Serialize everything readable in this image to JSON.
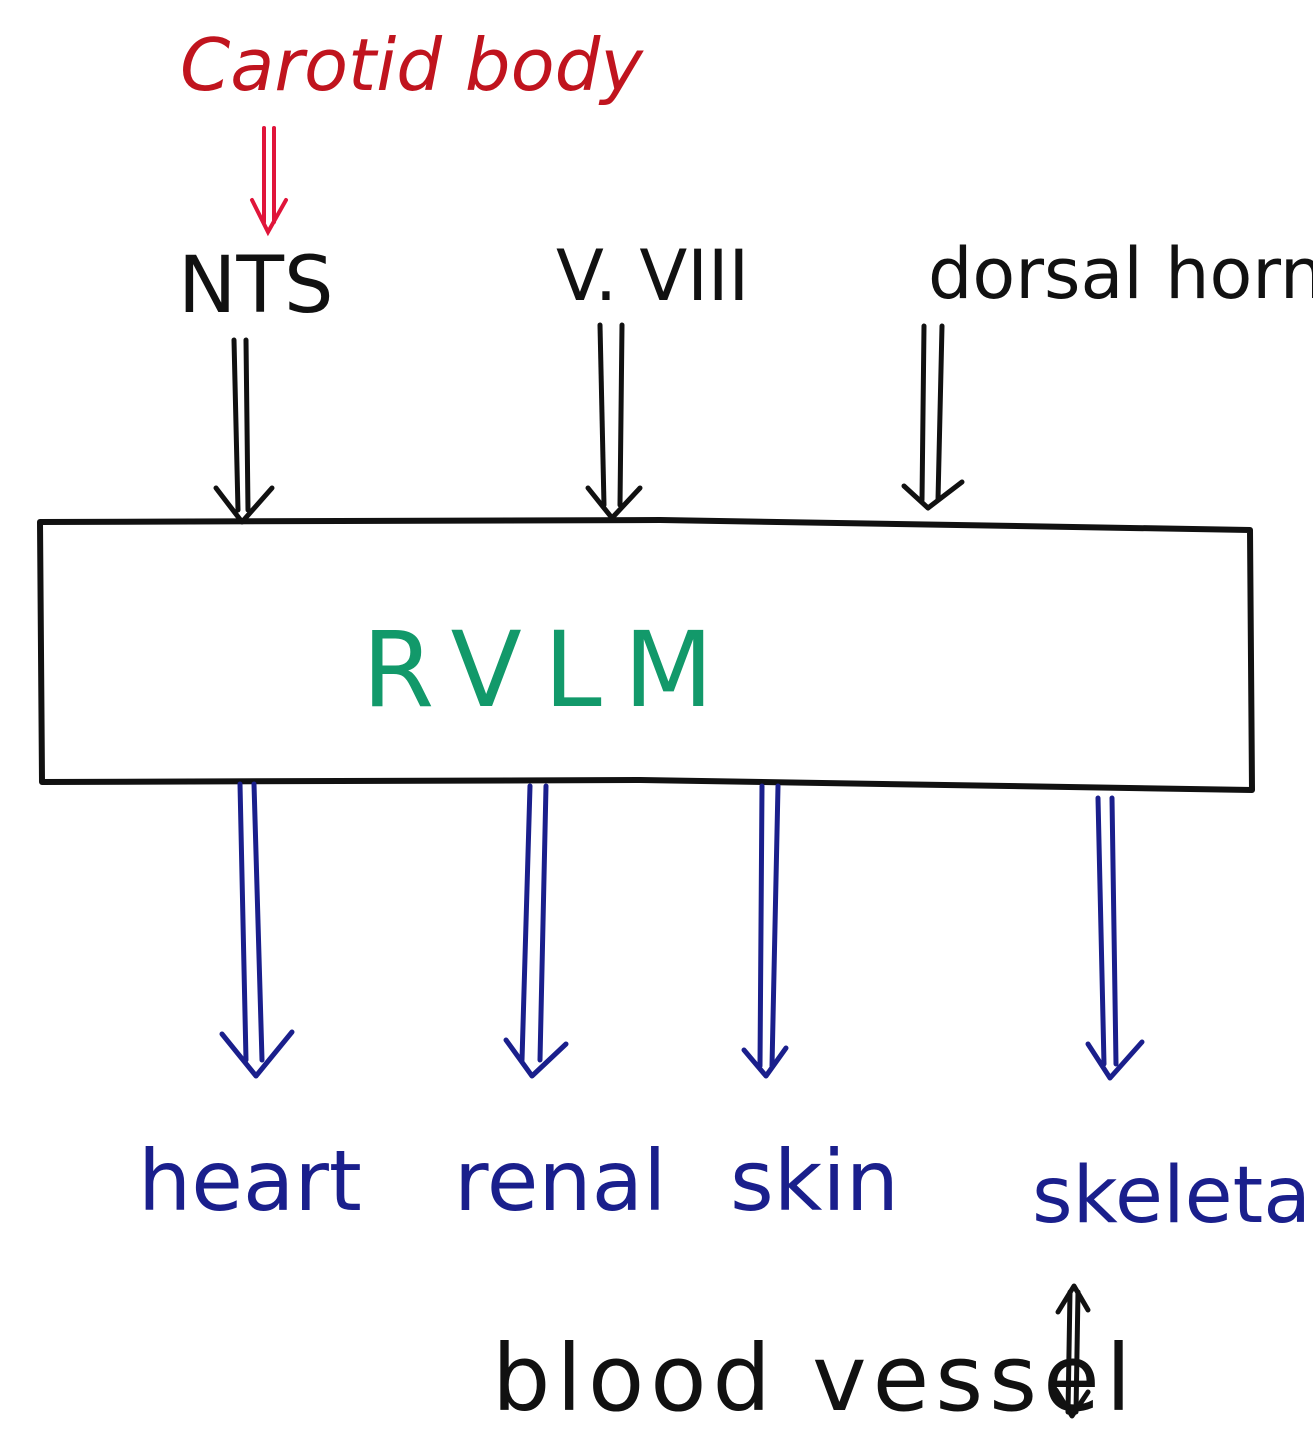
{
  "colors": {
    "red": "#c0141e",
    "arrow_red": "#e0153a",
    "black": "#111111",
    "green": "#12996a",
    "blue": "#1a1f8c"
  },
  "top": {
    "carotid_body": "Carotid body",
    "inputs": [
      "NTS",
      "V. VIII",
      "dorsal horn"
    ]
  },
  "center": {
    "box_label": "RVLM"
  },
  "outputs": [
    "heart",
    "renal",
    "skin",
    "skeletal"
  ],
  "footer": {
    "blood_vessel": "blood vessel",
    "updown_icon": "double-headed-vertical-arrow-icon"
  }
}
